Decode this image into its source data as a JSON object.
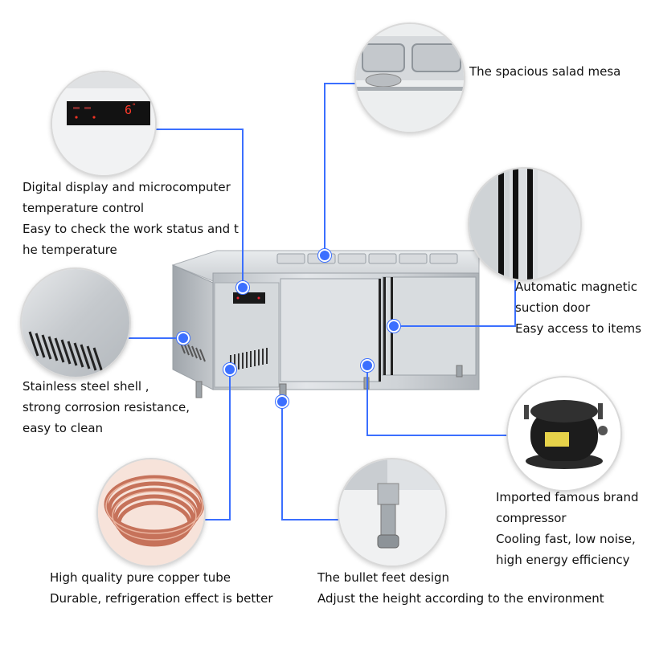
{
  "colors": {
    "accent": "#3b6fff",
    "steel": "#c8ccd0",
    "copper": "#c6725a"
  },
  "display": {
    "reading": "6",
    "unit": "°"
  },
  "labels": {
    "salad": {
      "line1": "The spacious salad mesa"
    },
    "digital": {
      "line1": "Digital display and microcomputer",
      "line2": "temperature control",
      "line3": "Easy to check the work status and t",
      "line4": "he temperature"
    },
    "door": {
      "line1": "Automatic magnetic",
      "line2": "suction door",
      "line3": "Easy access to items"
    },
    "shell": {
      "line1": "Stainless steel shell ,",
      "line2": "strong corrosion resistance,",
      "line3": "easy to clean"
    },
    "compressor": {
      "line1": "Imported famous brand",
      "line2": "compressor",
      "line3": "Cooling fast, low noise,",
      "line4": "high energy efficiency"
    },
    "copper": {
      "line1": "High quality pure copper tube",
      "line2": "Durable, refrigeration effect is better"
    },
    "feet": {
      "line1": "The bullet feet design",
      "line2": "Adjust the height according to the  environment"
    }
  }
}
